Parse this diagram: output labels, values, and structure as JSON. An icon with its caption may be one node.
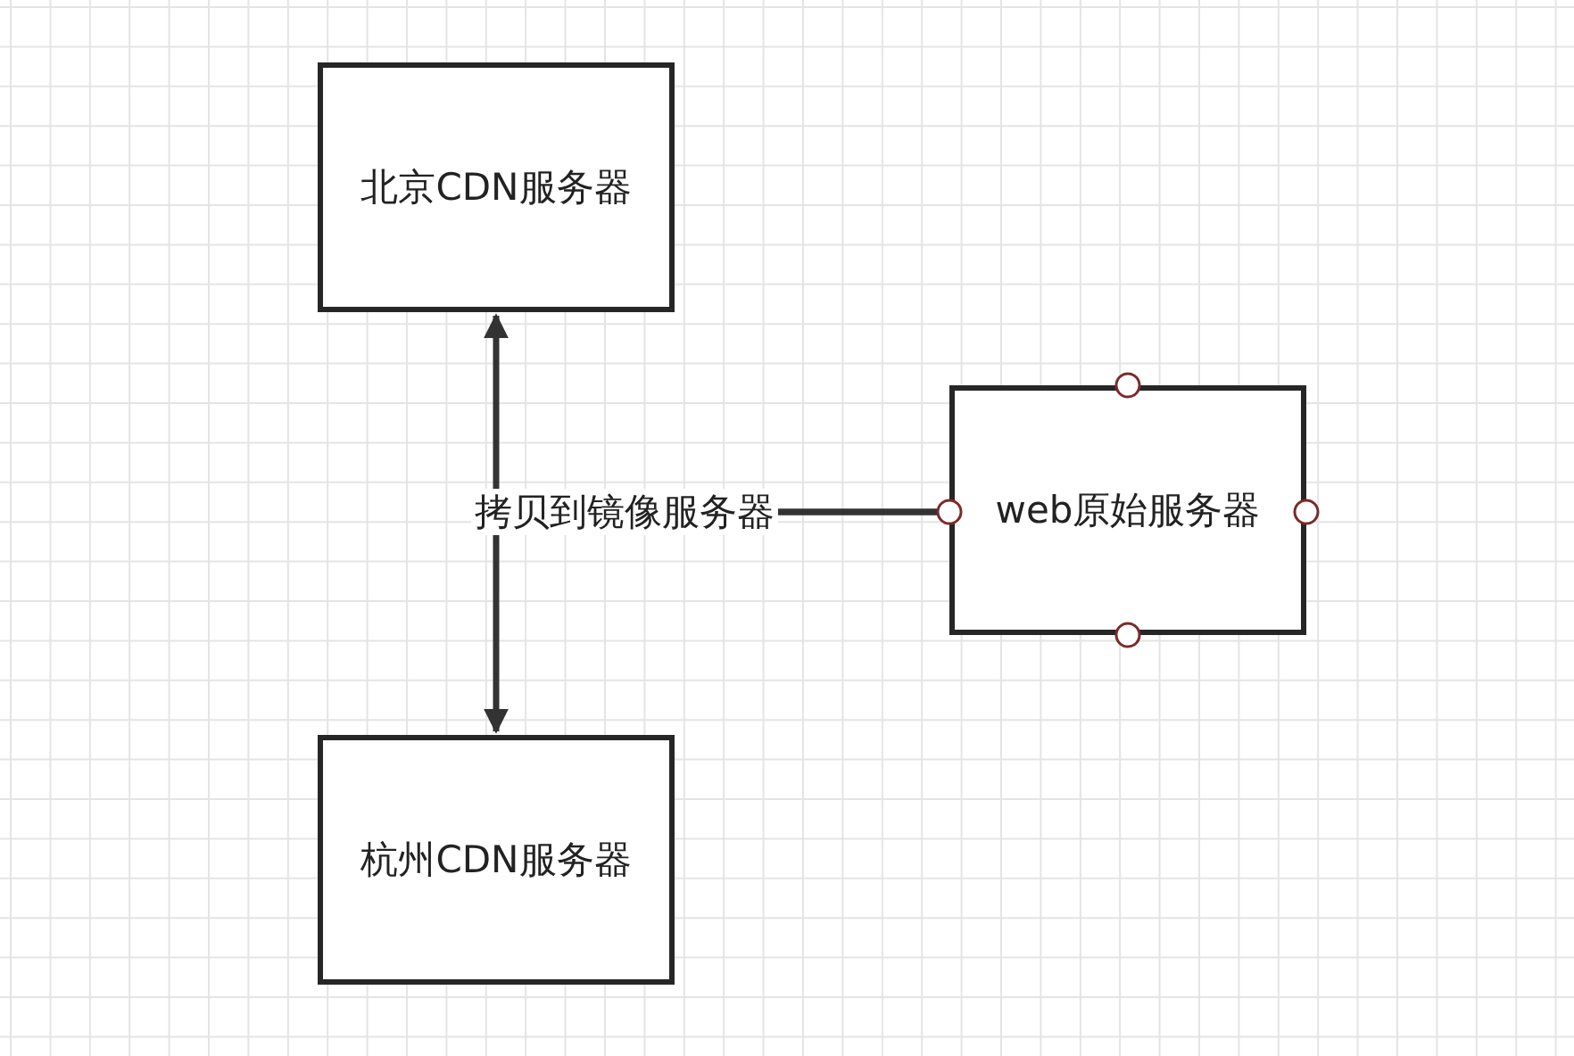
{
  "diagram": {
    "nodes": [
      {
        "text": [
          "北京CDN服务器"
        ]
      },
      {
        "text": [
          "杭州CDN服务器"
        ]
      },
      {
        "text": [
          "web原始服务器"
        ]
      }
    ],
    "edges": [
      {
        "from": 2,
        "to": 0,
        "arrow": "to",
        "label": "拷贝到镜像服务器"
      },
      {
        "from": 2,
        "to": 1,
        "arrow": "to"
      }
    ]
  }
}
